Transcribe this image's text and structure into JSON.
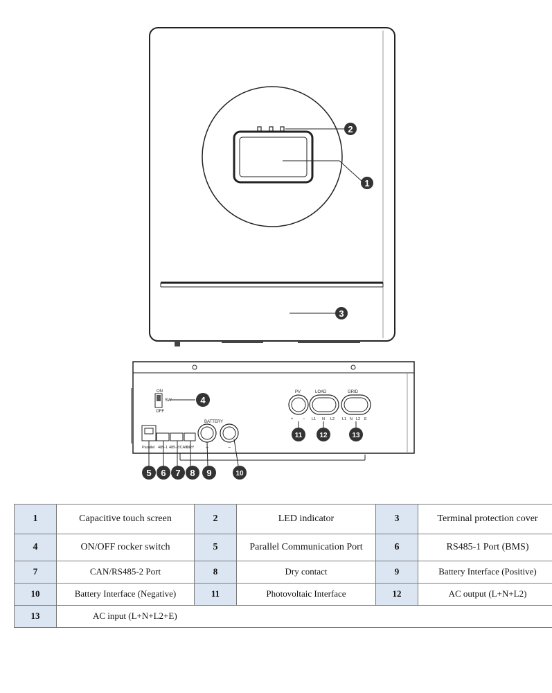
{
  "front_view": {
    "callouts": [
      "1",
      "2",
      "3"
    ]
  },
  "bottom_view": {
    "switch_labels": {
      "on": "ON",
      "off": "OFF",
      "sw": "SW"
    },
    "port_labels": [
      "Parallel",
      "485-1",
      "485-2/CAN",
      "DRY"
    ],
    "battery_label": "BATTERY",
    "battery_polarity": [
      "+",
      "−"
    ],
    "pv_label": "PV",
    "pv_polarity": [
      "+",
      "−"
    ],
    "load_label": "LOAD",
    "load_terminals": [
      "L1",
      "N",
      "L2"
    ],
    "grid_label": "GRID",
    "grid_terminals": [
      "L1",
      "N",
      "L2",
      "E"
    ],
    "callouts": [
      "4",
      "5",
      "6",
      "7",
      "8",
      "9",
      "10",
      "11",
      "12",
      "13"
    ]
  },
  "legend": {
    "rows": [
      [
        {
          "num": "1",
          "desc": "Capacitive touch screen"
        },
        {
          "num": "2",
          "desc": "LED indicator"
        },
        {
          "num": "3",
          "desc": "Terminal protection cover"
        }
      ],
      [
        {
          "num": "4",
          "desc": "ON/OFF rocker switch"
        },
        {
          "num": "5",
          "desc": "Parallel Communication Port"
        },
        {
          "num": "6",
          "desc": "RS485-1 Port (BMS)"
        }
      ],
      [
        {
          "num": "7",
          "desc": "CAN/RS485-2 Port"
        },
        {
          "num": "8",
          "desc": "Dry contact"
        },
        {
          "num": "9",
          "desc": "Battery Interface (Positive)"
        }
      ],
      [
        {
          "num": "10",
          "desc": "Battery Interface (Negative)"
        },
        {
          "num": "11",
          "desc": "Photovoltaic Interface"
        },
        {
          "num": "12",
          "desc": "AC output (L+N+L2)"
        }
      ],
      [
        {
          "num": "13",
          "desc": "AC input (L+N+L2+E)"
        }
      ]
    ]
  }
}
